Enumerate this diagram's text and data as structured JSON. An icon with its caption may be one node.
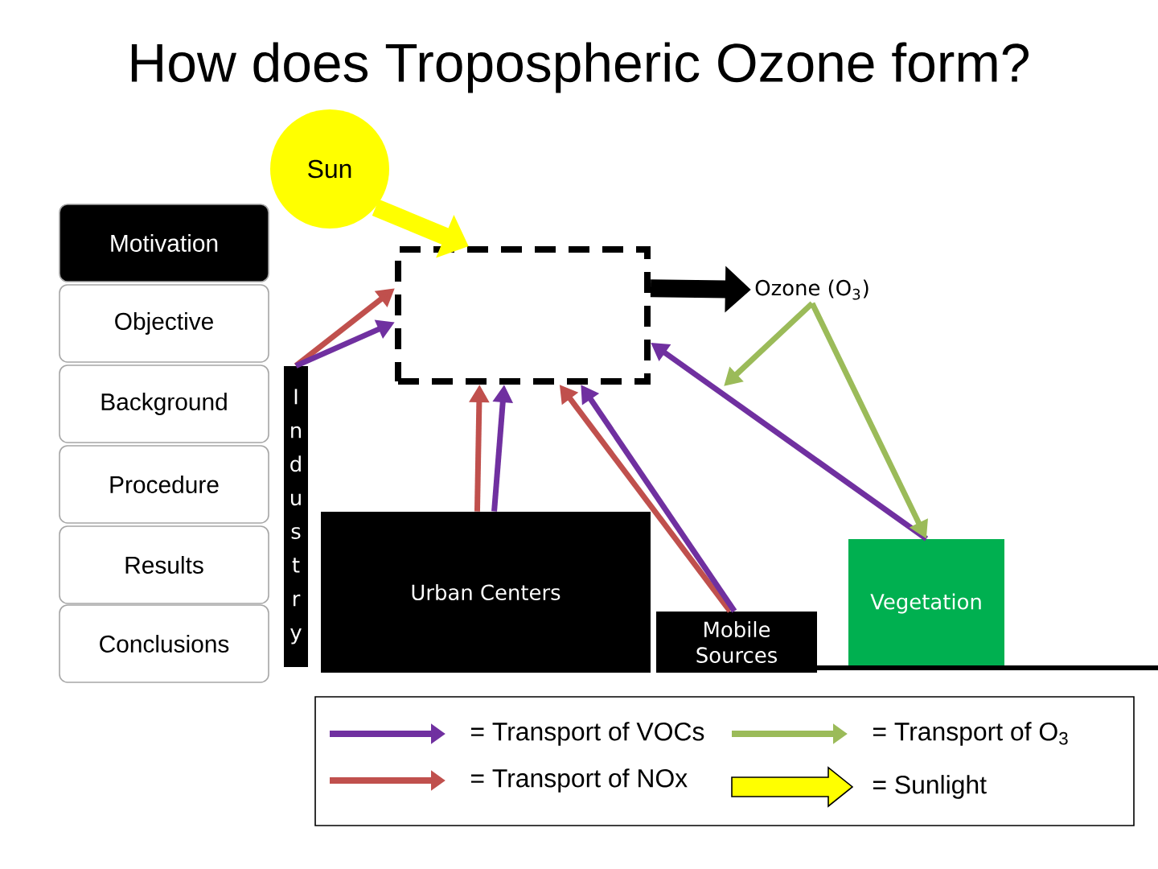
{
  "diagram": {
    "title": "How does Tropospheric Ozone form?",
    "nodes": [
      {
        "text": [
          "Sun"
        ]
      },
      {
        "text": [
          "Motivation"
        ]
      },
      {
        "text": [
          "Objective"
        ]
      },
      {
        "text": [
          "Background"
        ]
      },
      {
        "text": [
          "Procedure"
        ]
      },
      {
        "text": [
          "Results"
        ]
      },
      {
        "text": [
          "Conclusions"
        ]
      },
      {
        "text": [],
        "shape": "box"
      },
      {
        "text": [
          "Ozone (O$_{3}$)"
        ]
      },
      {
        "text": [
          "I n d u s t r y"
        ]
      },
      {
        "text": [
          "Urban Centers"
        ]
      },
      {
        "text": [
          "Mobile Sources"
        ]
      },
      {
        "text": [
          "Vegetation"
        ]
      }
    ],
    "edges": [
      {
        "from": 0,
        "to": 7,
        "arrow": "to",
        "style": "thick",
        "color": "#ffff00"
      },
      {
        "from": 9,
        "to": 7,
        "arrow": "to",
        "color": "#c0504d"
      },
      {
        "from": 9,
        "to": 7,
        "arrow": "to",
        "color": "#7030a0"
      },
      {
        "from": 10,
        "to": 7,
        "arrow": "to",
        "color": "#c0504d"
      },
      {
        "from": 10,
        "to": 7,
        "arrow": "to",
        "color": "#7030a0"
      },
      {
        "from": 11,
        "to": 7,
        "arrow": "to",
        "color": "#c0504d"
      },
      {
        "from": 11,
        "to": 7,
        "arrow": "to",
        "color": "#7030a0"
      },
      {
        "from": 12,
        "to": 7,
        "arrow": "to",
        "color": "#7030a0"
      },
      {
        "from": 8,
        "to": 12,
        "arrow": "to",
        "color": "#9bbb59"
      },
      {
        "from": 8,
        "to": null,
        "arrow": "to",
        "color": "#9bbb59"
      },
      {
        "from": 7,
        "to": 8,
        "arrow": "to",
        "style": "thick",
        "color": "#000000"
      }
    ],
    "legend": [
      {
        "text": "= Transport of VOCs",
        "color": "#7030a0"
      },
      {
        "text": "= Transport of O$_{3}$",
        "color": "#9bbb59"
      },
      {
        "text": "= Transport of NOx",
        "color": "#c0504d"
      },
      {
        "text": "= Sunlight",
        "color": "#ffff00"
      }
    ]
  }
}
